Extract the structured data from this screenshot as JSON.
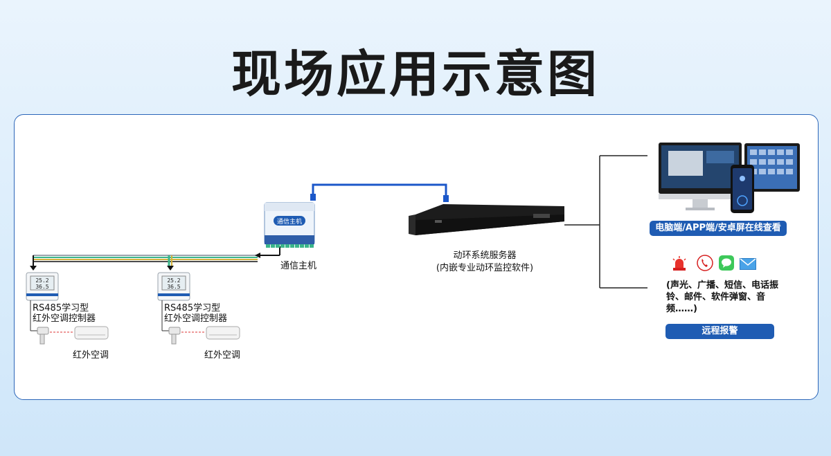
{
  "title": "现场应用示意图",
  "comm_host": {
    "device_label": "通信主机",
    "caption": "通信主机"
  },
  "server": {
    "line1": "动环系统服务器",
    "line2": "(内嵌专业动环监控软件)"
  },
  "sensors": [
    {
      "readout_top": "25.2",
      "readout_bottom": "36.5",
      "line1": "RS485学习型",
      "line2": "红外空调控制器",
      "ac_label": "红外空调"
    },
    {
      "readout_top": "25.2",
      "readout_bottom": "36.5",
      "line1": "RS485学习型",
      "line2": "红外空调控制器",
      "ac_label": "红外空调"
    }
  ],
  "monitor_badge": "电脑端/APP端/安卓屏在线查看",
  "alarm": {
    "text": "(声光、广播、短信、电话振铃、邮件、软件弹窗、音频……)",
    "badge": "远程报警"
  },
  "colors": {
    "accent": "#1f5cb3",
    "network": "#1b57c9",
    "bus_green": "#3bb58a",
    "bus_yellow": "#d4b23a",
    "bus_gray": "#9aa3ab",
    "panel_border": "#2b65b8"
  },
  "icons": [
    "alarm-light-icon",
    "phone-icon",
    "message-icon",
    "mail-icon"
  ]
}
